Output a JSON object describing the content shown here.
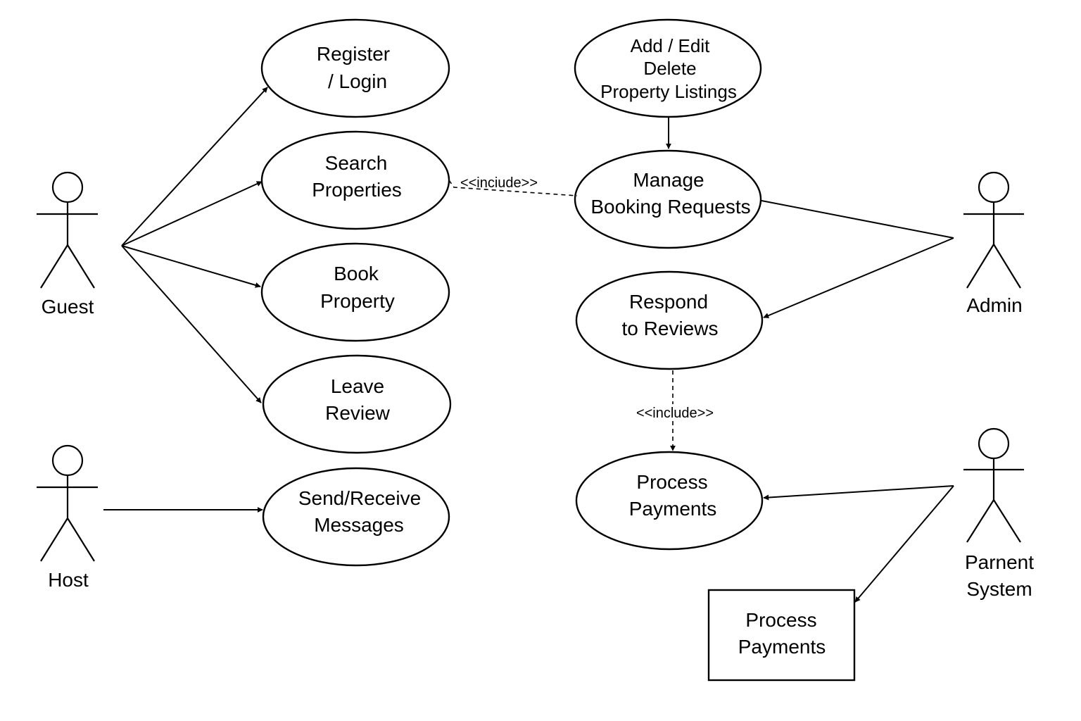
{
  "actors": {
    "guest": "Guest",
    "host": "Host",
    "admin": "Admin",
    "payment_system": {
      "line1": "Parnent",
      "line2": "System"
    }
  },
  "use_cases": {
    "register_login": {
      "line1": "Register",
      "line2": "/ Login"
    },
    "search_properties": {
      "line1": "Search",
      "line2": "Properties"
    },
    "book_property": {
      "line1": "Book",
      "line2": "Property"
    },
    "leave_review": {
      "line1": "Leave",
      "line2": "Review"
    },
    "send_receive_messages": {
      "line1": "Send/Receive",
      "line2": "Messages"
    },
    "manage_listings": {
      "line1": "Add / Edit",
      "line2": "Delete",
      "line3": "Property Listings"
    },
    "manage_booking_requests": {
      "line1": "Manage",
      "line2": "Booking Requests"
    },
    "respond_to_reviews": {
      "line1": "Respond",
      "line2": "to Reviews"
    },
    "process_payments": {
      "line1": "Process",
      "line2": "Payments"
    }
  },
  "external_box": {
    "line1": "Process",
    "line2": "Payments"
  },
  "stereotypes": {
    "include_top": "<<inciude>>",
    "include_bottom": "<<include>>"
  }
}
